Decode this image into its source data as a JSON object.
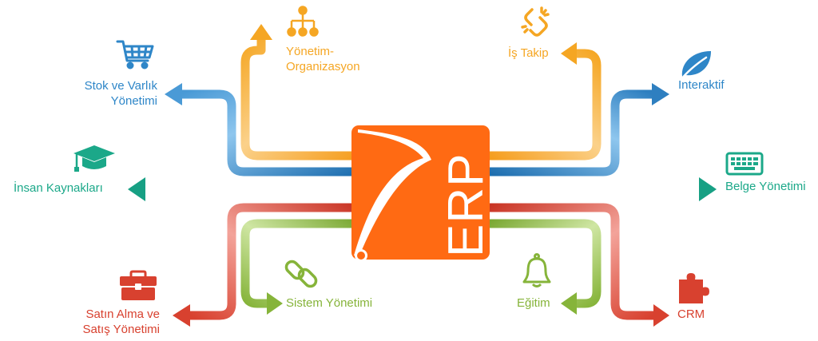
{
  "center": {
    "text": "ERP"
  },
  "colors": {
    "orange": "#FF6A13",
    "blue": "#2E86C8",
    "amber": "#F5A623",
    "teal": "#1BA889",
    "red": "#D8412F",
    "green": "#86B43A"
  },
  "modules": [
    {
      "id": "stok",
      "lines": [
        "Stok ve Varlık",
        "Yönetimi"
      ],
      "icon": "shopping-cart-icon",
      "color": "#2E86C8"
    },
    {
      "id": "yonetim",
      "lines": [
        "Yönetim-",
        "Organizasyon"
      ],
      "icon": "org-chart-icon",
      "color": "#F5A623"
    },
    {
      "id": "istakip",
      "lines": [
        "İş Takip"
      ],
      "icon": "broken-link-icon",
      "color": "#F5A623"
    },
    {
      "id": "interaktif",
      "lines": [
        "Interaktif"
      ],
      "icon": "leaf-icon",
      "color": "#2E86C8"
    },
    {
      "id": "insan",
      "lines": [
        "İnsan Kaynakları"
      ],
      "icon": "graduation-cap-icon",
      "color": "#1BA889"
    },
    {
      "id": "belge",
      "lines": [
        "Belge Yönetimi"
      ],
      "icon": "keyboard-icon",
      "color": "#1BA889"
    },
    {
      "id": "satin",
      "lines": [
        "Satın Alma ve",
        "Satış Yönetimi"
      ],
      "icon": "briefcase-icon",
      "color": "#D8412F"
    },
    {
      "id": "sistem",
      "lines": [
        "Sistem Yönetimi"
      ],
      "icon": "chain-link-icon",
      "color": "#86B43A"
    },
    {
      "id": "egitim",
      "lines": [
        "Eğitim"
      ],
      "icon": "bell-icon",
      "color": "#86B43A"
    },
    {
      "id": "crm",
      "lines": [
        "CRM"
      ],
      "icon": "puzzle-icon",
      "color": "#D8412F"
    }
  ]
}
